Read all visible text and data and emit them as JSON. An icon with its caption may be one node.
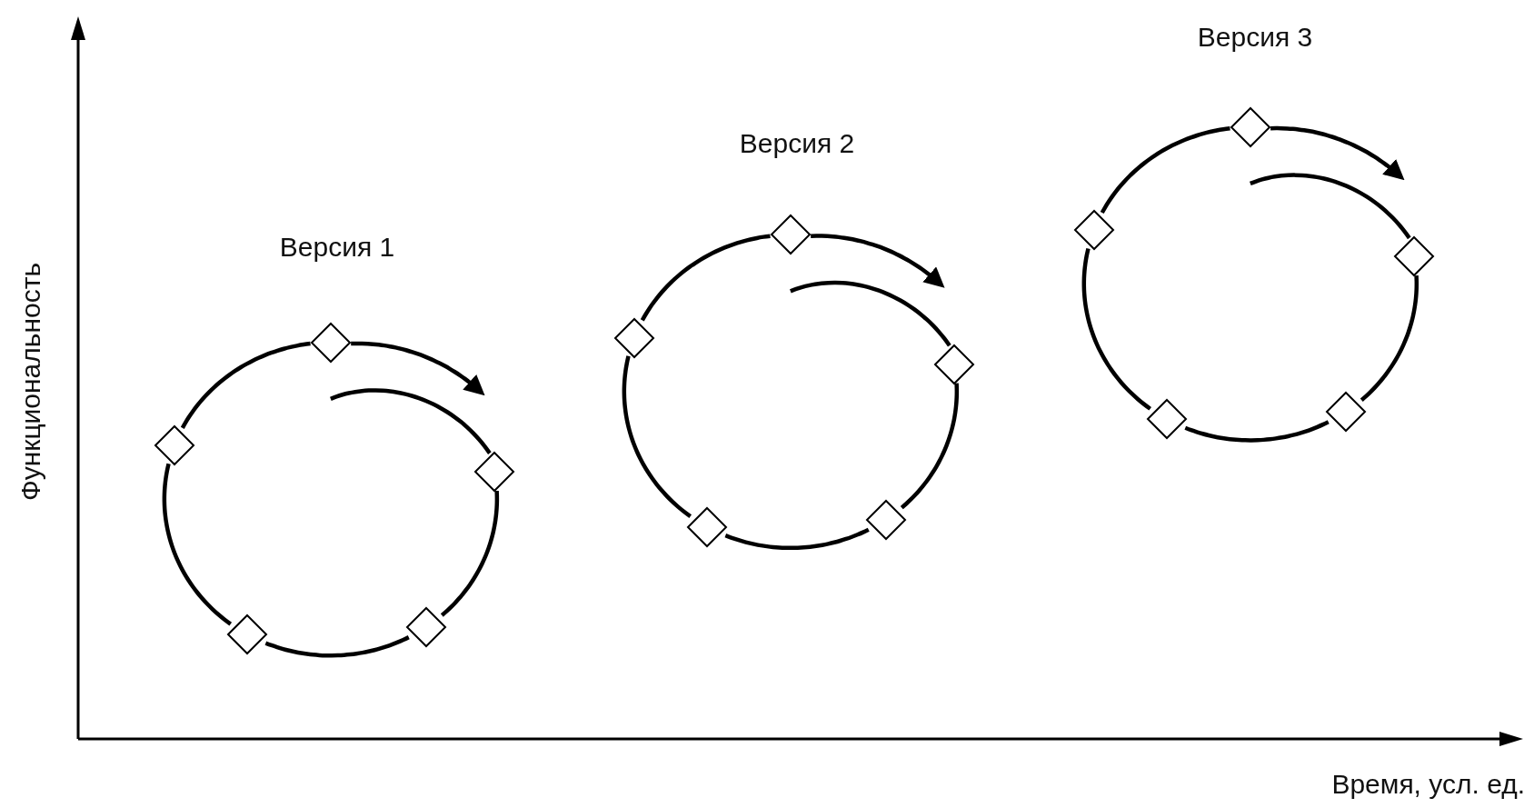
{
  "diagram": {
    "nodes": [
      {
        "text": [],
        "shape": "diamond"
      },
      {
        "text": [],
        "shape": "diamond"
      },
      {
        "text": [],
        "shape": "diamond"
      },
      {
        "text": [],
        "shape": "diamond"
      },
      {
        "text": [],
        "shape": "diamond"
      },
      {
        "text": [],
        "shape": "diamond"
      },
      {
        "text": [],
        "shape": "diamond"
      },
      {
        "text": [],
        "shape": "diamond"
      },
      {
        "text": [],
        "shape": "diamond"
      },
      {
        "text": [],
        "shape": "diamond"
      },
      {
        "text": [],
        "shape": "diamond"
      },
      {
        "text": [],
        "shape": "diamond"
      },
      {
        "text": [],
        "shape": "diamond"
      },
      {
        "text": [],
        "shape": "diamond"
      },
      {
        "text": [],
        "shape": "diamond"
      }
    ],
    "edges": [
      {
        "from": 0,
        "to": null,
        "arrow": "to"
      },
      {
        "from": null,
        "to": 2,
        "arrow": "none"
      },
      {
        "from": 2,
        "to": 4,
        "arrow": "none"
      },
      {
        "from": 4,
        "to": 3,
        "arrow": "none"
      },
      {
        "from": 3,
        "to": 1,
        "arrow": "none"
      },
      {
        "from": 1,
        "to": 0,
        "arrow": "none"
      },
      {
        "from": 5,
        "to": null,
        "arrow": "to"
      },
      {
        "from": null,
        "to": 7,
        "arrow": "none"
      },
      {
        "from": 7,
        "to": 9,
        "arrow": "none"
      },
      {
        "from": 9,
        "to": 8,
        "arrow": "none"
      },
      {
        "from": 8,
        "to": 6,
        "arrow": "none"
      },
      {
        "from": 6,
        "to": 5,
        "arrow": "none"
      },
      {
        "from": 10,
        "to": null,
        "arrow": "to"
      },
      {
        "from": null,
        "to": 12,
        "arrow": "none"
      },
      {
        "from": 12,
        "to": 14,
        "arrow": "none"
      },
      {
        "from": 14,
        "to": 13,
        "arrow": "none"
      },
      {
        "from": 13,
        "to": 11,
        "arrow": "none"
      },
      {
        "from": 11,
        "to": 10,
        "arrow": "none"
      }
    ],
    "labels": [
      "Версия 3",
      "Версия 2",
      "Версия 1",
      "Функциональность",
      "Время, усл. ед."
    ]
  }
}
